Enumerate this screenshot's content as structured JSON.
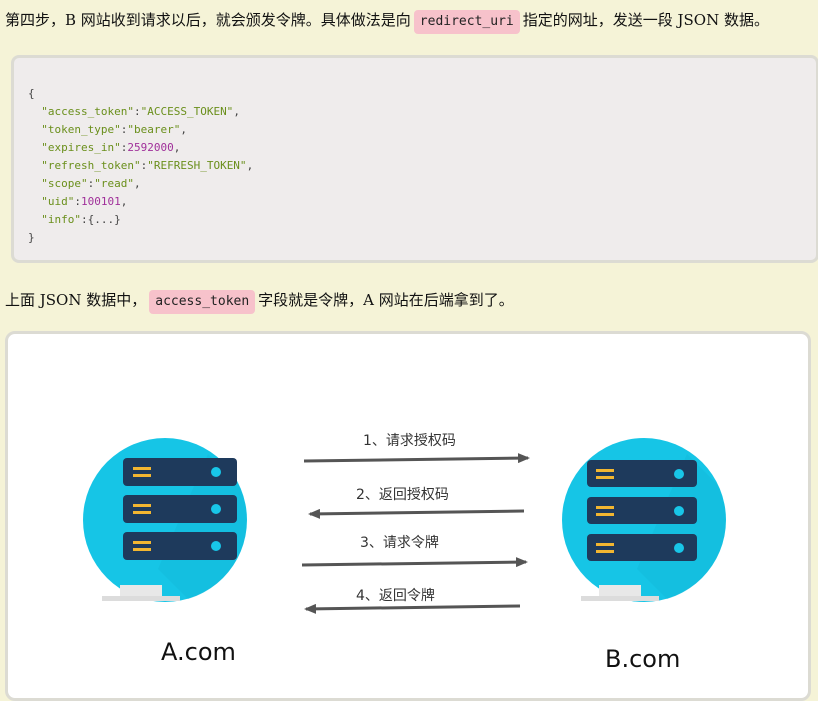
{
  "para1": {
    "before": "第四步，B 网站收到请求以后，就会颁发令牌。具体做法是向",
    "code": "redirect_uri",
    "after": "指定的网址，发送一段 JSON 数据。"
  },
  "code_block": {
    "open": "{",
    "lines": [
      {
        "key": "\"access_token\"",
        "value": "\"ACCESS_TOKEN\"",
        "type": "string"
      },
      {
        "key": "\"token_type\"",
        "value": "\"bearer\"",
        "type": "string"
      },
      {
        "key": "\"expires_in\"",
        "value": "2592000",
        "type": "number"
      },
      {
        "key": "\"refresh_token\"",
        "value": "\"REFRESH_TOKEN\"",
        "type": "string"
      },
      {
        "key": "\"scope\"",
        "value": "\"read\"",
        "type": "string"
      },
      {
        "key": "\"uid\"",
        "value": "100101",
        "type": "number"
      },
      {
        "key": "\"info\"",
        "value": "{...}",
        "type": "object"
      }
    ],
    "close": "}"
  },
  "para2": {
    "before": "上面 JSON 数据中，",
    "code": "access_token",
    "after": "字段就是令牌，A 网站在后端拿到了。"
  },
  "diagram": {
    "left_site": "A.com",
    "right_site": "B.com",
    "arrows": [
      {
        "label": "1、请求授权码",
        "direction": "right"
      },
      {
        "label": "2、返回授权码",
        "direction": "left"
      },
      {
        "label": "3、请求令牌",
        "direction": "right"
      },
      {
        "label": "4、返回令牌",
        "direction": "left"
      }
    ],
    "colors": {
      "circle": "#16c5e6",
      "server": "#1e3a5c",
      "led_yellow": "#f2b631",
      "led_cyan": "#18c6e8",
      "arrow": "#555555"
    }
  }
}
